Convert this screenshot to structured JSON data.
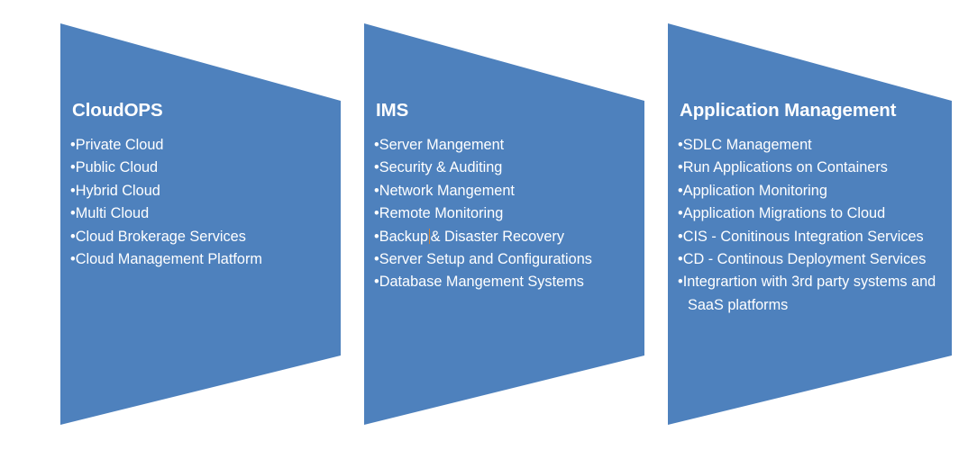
{
  "theme": {
    "background_color": "#FFFFFF",
    "shape_fill_color": "#4E81BD",
    "text_color": "#FFFFFF",
    "caret_color": "#C8823C"
  },
  "diagram": {
    "type": "chevron-process",
    "panel_count": 3
  },
  "panels": [
    {
      "id": "cloudops",
      "title": "CloudOPS",
      "bullet_char": "•",
      "items": [
        "Private Cloud",
        "Public Cloud",
        "Hybrid Cloud",
        "Multi Cloud",
        "Cloud Brokerage Services",
        "Cloud Management Platform"
      ]
    },
    {
      "id": "ims",
      "title": "IMS",
      "bullet_char": "•",
      "items": [
        "Server Mangement",
        "Security & Auditing",
        "Network Mangement",
        "Remote Monitoring",
        "Backup & Disaster Recovery",
        "Server Setup and Configurations",
        "Database Mangement Systems"
      ],
      "caret_after_item_index": 4,
      "caret_after_text": "Backup"
    },
    {
      "id": "appmgmt",
      "title": "Application Management",
      "bullet_char": "•",
      "items": [
        "SDLC Management",
        "Run Applications on Containers",
        "Application Monitoring",
        "Application Migrations to Cloud",
        "CIS - Conitinous Integration Services",
        "CD - Continous Deployment Services",
        "Integrartion with 3rd party systems and SaaS platforms"
      ]
    }
  ]
}
